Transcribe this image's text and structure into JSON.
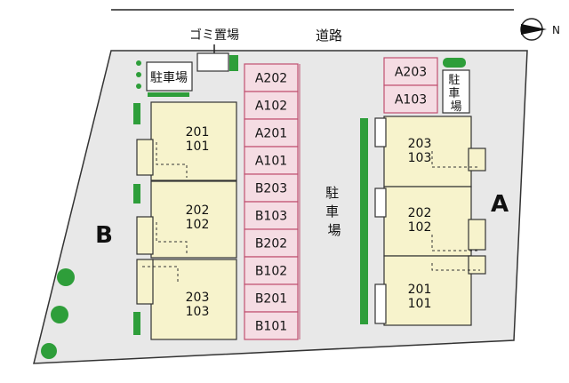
{
  "road_label": "道路",
  "north_label": "N",
  "garbage_label": "ゴミ置場",
  "parking_vertical_label": "駐\n車\n場",
  "bike_parking_left": "駐車場",
  "bike_parking_right": "駐\n車\n場",
  "building_a": {
    "label": "A",
    "units": [
      {
        "upper": "203",
        "lower": "103"
      },
      {
        "upper": "202",
        "lower": "102"
      },
      {
        "upper": "201",
        "lower": "101"
      }
    ]
  },
  "building_b": {
    "label": "B",
    "units": [
      {
        "upper": "201",
        "lower": "101"
      },
      {
        "upper": "202",
        "lower": "102"
      },
      {
        "upper": "203",
        "lower": "103"
      }
    ]
  },
  "parking_stalls": [
    "A202",
    "A102",
    "A201",
    "A101",
    "B203",
    "B103",
    "B202",
    "B102",
    "B201",
    "B101"
  ],
  "parking_top_right": [
    "A203",
    "A103"
  ],
  "colors": {
    "site_fill": "#e8e8e8",
    "building_fill": "#f7f3cc",
    "stall_fill": "#f5dce3",
    "stall_stroke": "#c05070",
    "green": "#2e9e3a",
    "outline": "#222222"
  }
}
